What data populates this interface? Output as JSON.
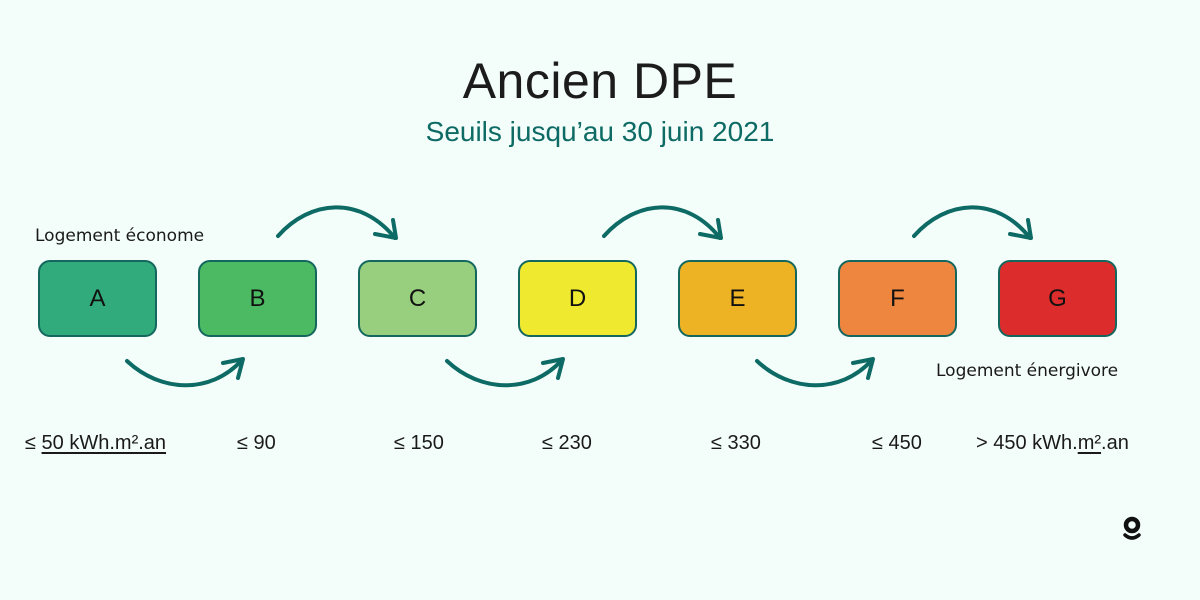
{
  "header": {
    "title": "Ancien DPE",
    "subtitle": "Seuils jusqu’au 30 juin 2021"
  },
  "labels": {
    "best": "Logement économe",
    "worst": "Logement énergivore"
  },
  "classes": [
    {
      "letter": "A",
      "color": "#31ab7c",
      "threshold_prefix": "≤ ",
      "threshold": "50 kWh.m².an"
    },
    {
      "letter": "B",
      "color": "#4cba62",
      "threshold_prefix": "",
      "threshold": "≤ 90"
    },
    {
      "letter": "C",
      "color": "#98cf7e",
      "threshold_prefix": "",
      "threshold": "≤ 150"
    },
    {
      "letter": "D",
      "color": "#efe930",
      "threshold_prefix": "",
      "threshold": "≤ 230"
    },
    {
      "letter": "E",
      "color": "#eeb225",
      "threshold_prefix": "",
      "threshold": "≤ 330"
    },
    {
      "letter": "F",
      "color": "#ef8640",
      "threshold_prefix": "",
      "threshold": "≤ 450"
    },
    {
      "letter": "G",
      "color": "#dc2d2c",
      "threshold_prefix": "> 450 kWh.",
      "threshold_unit": "m²",
      "threshold_suffix": ".an"
    }
  ],
  "colors": {
    "background": "#f3fdf9",
    "accent": "#0d6a64",
    "box_border": "#13675f"
  },
  "logo": {
    "icon": "brand-logo-icon"
  }
}
